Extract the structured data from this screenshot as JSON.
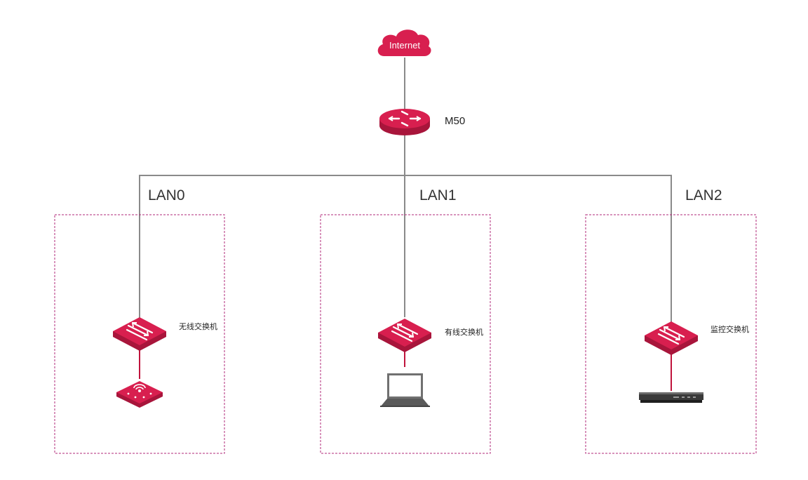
{
  "internet": {
    "label": "Internet"
  },
  "router": {
    "label": "M50"
  },
  "lans": [
    {
      "label": "LAN0",
      "switch_label": "无线交换机",
      "device_icon": "wireless-ap-icon"
    },
    {
      "label": "LAN1",
      "switch_label": "有线交换机",
      "device_icon": "laptop-icon"
    },
    {
      "label": "LAN2",
      "switch_label": "监控交换机",
      "device_icon": "nvr-icon"
    }
  ],
  "colors": {
    "brand": "#d81f4f",
    "brand_dark": "#a8153b",
    "trunk_line": "#8a8a8a",
    "access_line": "#c0143c",
    "zone_border": "#b0287a"
  }
}
